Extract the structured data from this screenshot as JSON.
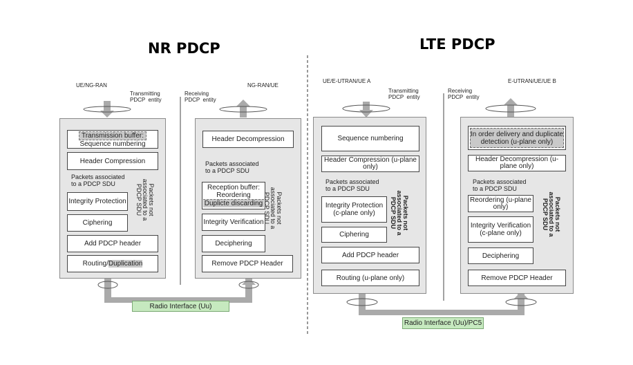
{
  "nr": {
    "title": "NR PDCP",
    "ue_label": "UE/NG-RAN",
    "tx_entity": "Transmitting\nPDCP  entity",
    "rx_entity": "Receiving\nPDCP  entity",
    "ng_label": "NG-RAN/UE",
    "tx_boxes": {
      "buffer": "Transmission buffer:",
      "seq": "Sequence numbering",
      "header_comp": "Header Compression",
      "integrity": "Integrity Protection",
      "ciphering": "Ciphering",
      "add_header": "Add PDCP header",
      "routing_a": "Routing/",
      "routing_b": "Duplication"
    },
    "tx_assoc": "Packets associated\nto a PDCP SDU",
    "tx_not_assoc": "Packets not\nassociated to a\nPDCP SDU",
    "rx_boxes": {
      "header_decomp": "Header Decompression",
      "reception": "Reception buffer:",
      "reordering": "Reordering",
      "dup": "Duplicte discarding",
      "integrity_ver": "Integrity Verification",
      "deciphering": "Deciphering",
      "remove_header": "Remove PDCP Header"
    },
    "rx_assoc": "Packets associated\nto a PDCP SDU",
    "rx_not_assoc": "Packets not\nassociated to a\nPDCP SDU",
    "radio": "Radio Interface (Uu)"
  },
  "lte": {
    "title": "LTE PDCP",
    "ue_label": "UE/E-UTRAN/UE A",
    "tx_entity": "Transmitting\nPDCP  entity",
    "rx_entity": "Receiving\nPDCP  entity",
    "eutran_label": "E-UTRAN/UE/UE B",
    "tx_boxes": {
      "seq": "Sequence numbering",
      "header_comp": "Header Compression (u-plane\nonly)",
      "integrity": "Integrity Protection\n(c-plane only)",
      "ciphering": "Ciphering",
      "add_header": "Add PDCP header",
      "routing": "Routing (u-plane only)"
    },
    "tx_assoc": "Packets associated\nto a PDCP SDU",
    "tx_not_assoc": "Packets not\nassociated to a\nPDCP SDU",
    "rx_boxes": {
      "in_order": "In order delivery and duplicate\ndetection (u-plane only)",
      "header_decomp": "Header Decompression (u-\nplane only)",
      "reordering": "Reordering (u-plane\nonly)",
      "integrity_ver": "Integrity Verification\n(c-plane only)",
      "deciphering": "Deciphering",
      "remove_header": "Remove PDCP Header"
    },
    "rx_assoc": "Packets associated\nto a PDCP SDU",
    "rx_not_assoc": "Packets not\nassociated to a\nPDCP SDU",
    "radio": "Radio Interface (Uu)/PC5"
  }
}
